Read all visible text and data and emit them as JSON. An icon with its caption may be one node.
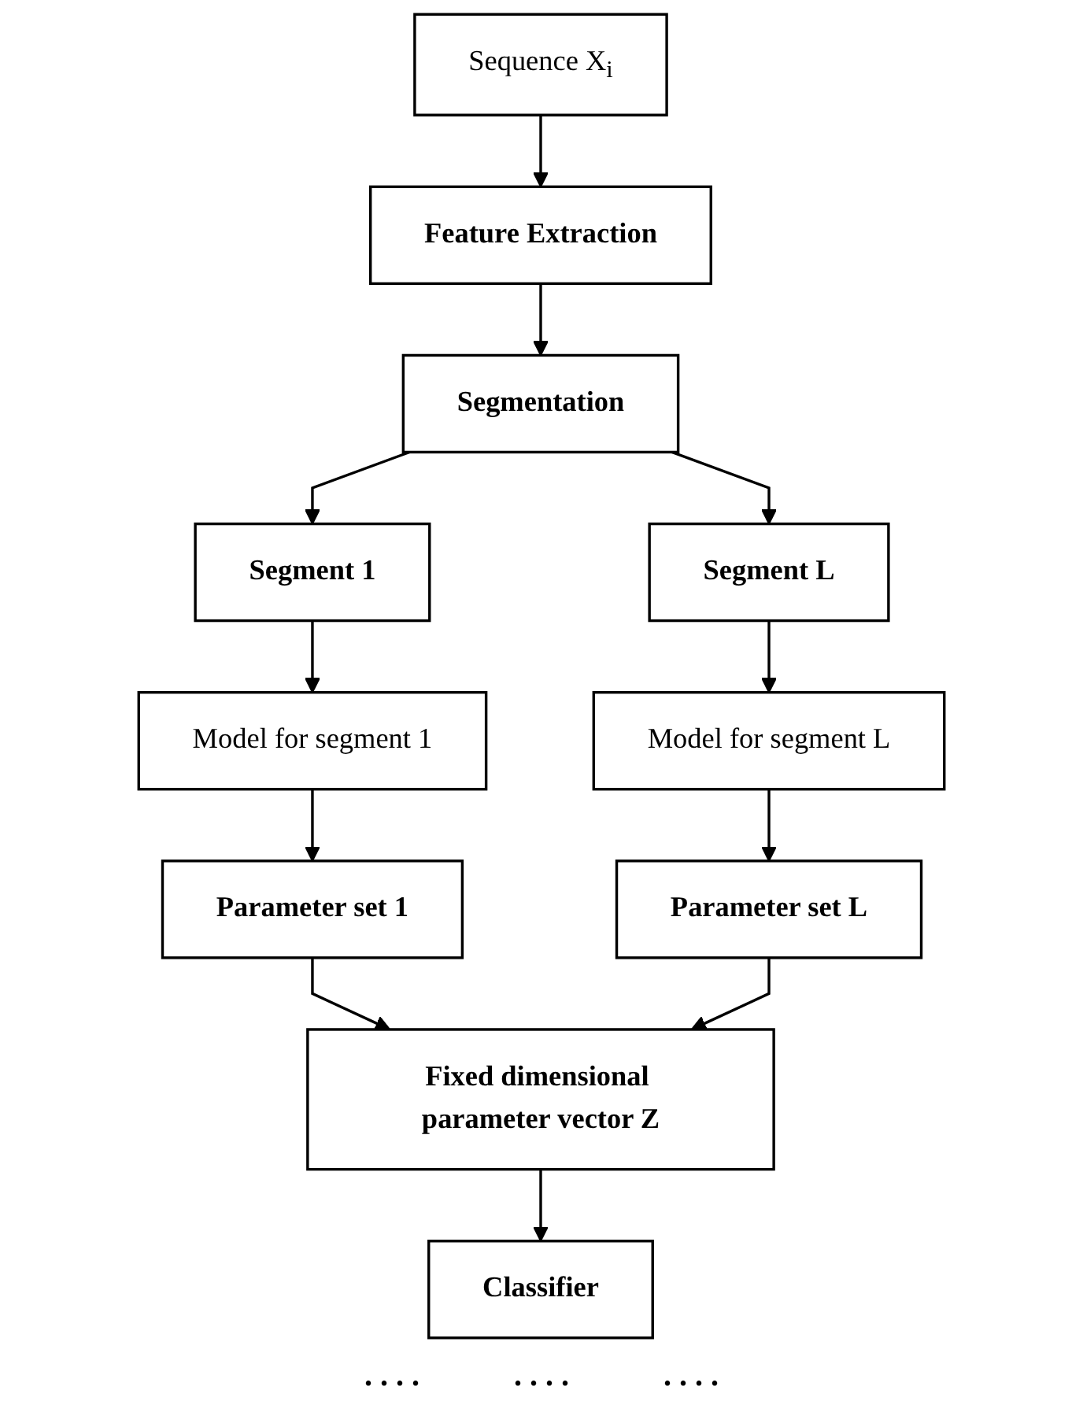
{
  "diagram": {
    "nodes": [
      {
        "text": [
          "Sequence X$_{i}$"
        ]
      },
      {
        "text": [
          "Feature Extraction"
        ]
      },
      {
        "text": [
          "Segmentation"
        ]
      },
      {
        "text": [
          "Segment 1"
        ]
      },
      {
        "text": [
          "Segment L"
        ]
      },
      {
        "text": [
          "Model for segment 1"
        ]
      },
      {
        "text": [
          "Model for segment L"
        ]
      },
      {
        "text": [
          "Parameter set 1"
        ]
      },
      {
        "text": [
          "Parameter set L"
        ]
      },
      {
        "text": [
          "Fixed dimensional parameter vector Z"
        ]
      },
      {
        "text": [
          "Classifier"
        ]
      }
    ],
    "edges": [
      {
        "from": 0,
        "to": 1,
        "arrow": "to"
      },
      {
        "from": 1,
        "to": 2,
        "arrow": "to"
      },
      {
        "from": 2,
        "to": 3,
        "arrow": "to"
      },
      {
        "from": 2,
        "to": 4,
        "arrow": "to"
      },
      {
        "from": 3,
        "to": 5,
        "arrow": "to"
      },
      {
        "from": 4,
        "to": 6,
        "arrow": "to"
      },
      {
        "from": 5,
        "to": 7,
        "arrow": "to"
      },
      {
        "from": 6,
        "to": 8,
        "arrow": "to"
      },
      {
        "from": 7,
        "to": 9,
        "arrow": "to"
      },
      {
        "from": 8,
        "to": 9,
        "arrow": "to"
      },
      {
        "from": 9,
        "to": 10,
        "arrow": "to"
      }
    ],
    "labels": [
      ". . . .",
      ". . . .",
      ". . . ."
    ]
  }
}
